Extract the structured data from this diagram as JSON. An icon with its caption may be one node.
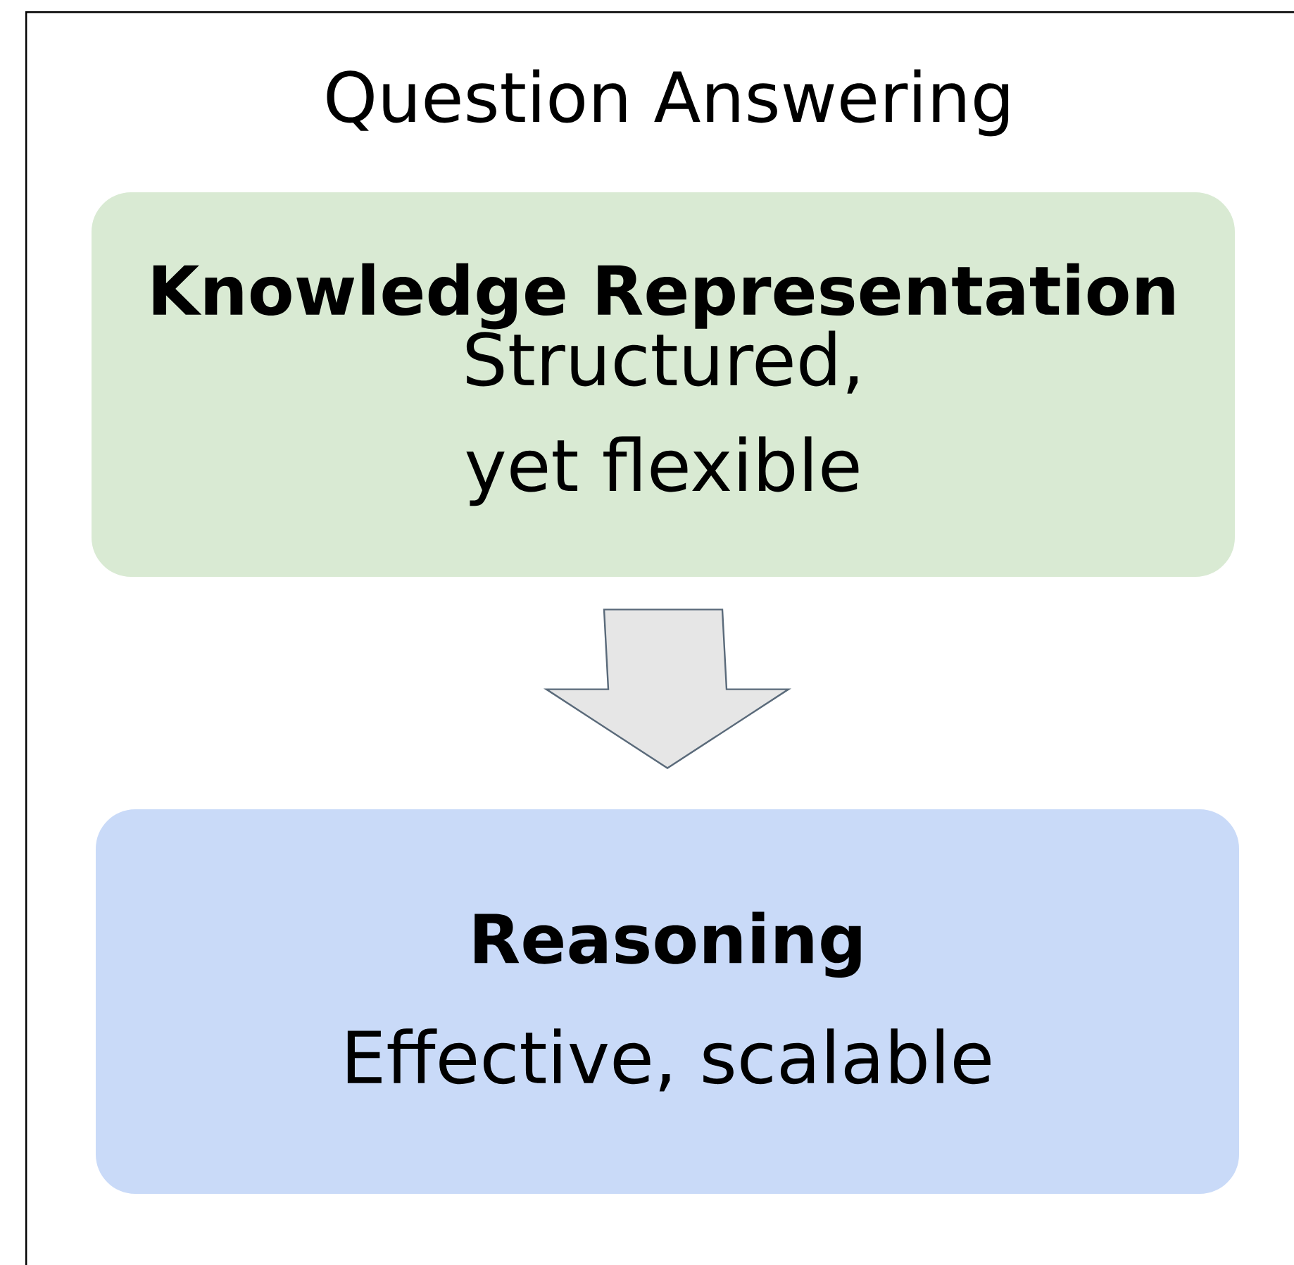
{
  "diagram": {
    "nodes": [
      {
        "text": [
          "Question Answering"
        ]
      },
      {
        "text": [
          "Knowledge Representation",
          "Structured, yet flexible"
        ],
        "in": 0
      },
      {
        "text": [
          "Reasoning",
          "Effective, scalable"
        ],
        "in": 0
      }
    ],
    "edges": [
      {
        "from": 1,
        "to": 2,
        "arrow": "to"
      }
    ]
  }
}
